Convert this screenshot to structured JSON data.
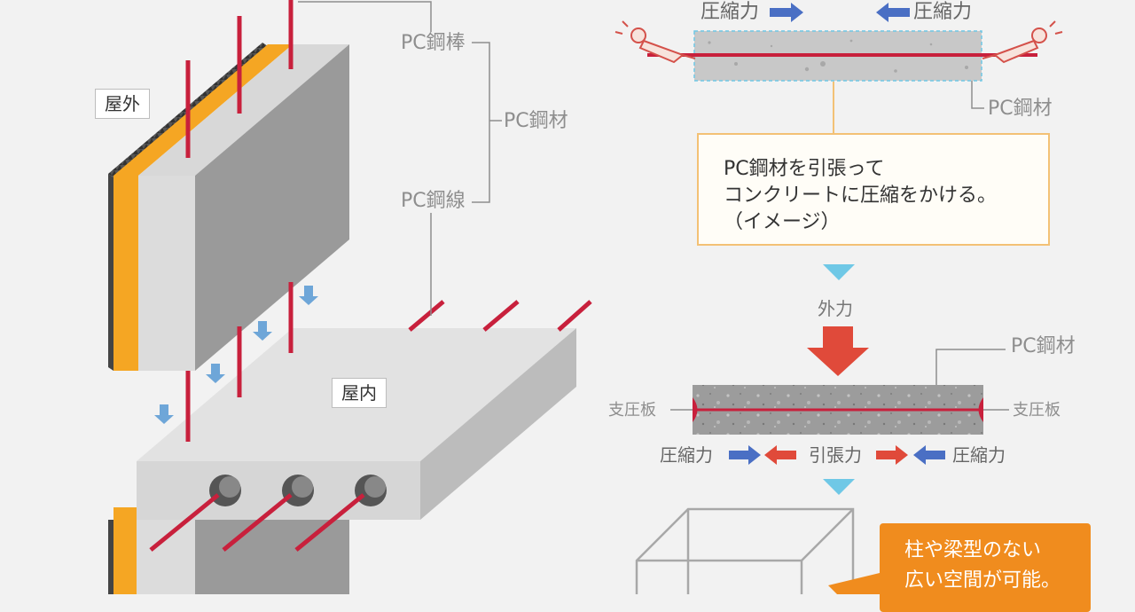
{
  "labels": {
    "outdoor": "屋外",
    "indoor": "屋内",
    "pc_bar": "PC鋼棒",
    "pc_material": "PC鋼材",
    "pc_wire": "PC鋼線",
    "compression_force": "圧縮力",
    "pc_material_top": "PC鋼材",
    "external_force": "外力",
    "pc_material_beam": "PC鋼材",
    "bearing_plate": "支圧板",
    "tension_force": "引張力"
  },
  "callout": {
    "line1": "PC鋼材を引張って",
    "line2": "コンクリートに圧縮をかける。",
    "line3": "（イメージ）"
  },
  "result_box": {
    "line1": "柱や梁型のない",
    "line2": "広い空間が可能。"
  },
  "colors": {
    "background": "#f2f2f2",
    "concrete": "#9a9a9a",
    "pc_steel": "#c8203c",
    "insulation": "#f5a623",
    "arrow_blue": "#4a6fc4",
    "arrow_red": "#e04a3a",
    "cyan_triangle": "#6fc8e6",
    "callout_border": "#f3c175",
    "result_box": "#f08c1e"
  },
  "icons": [
    "person-pushing-left-icon",
    "person-pushing-right-icon"
  ]
}
